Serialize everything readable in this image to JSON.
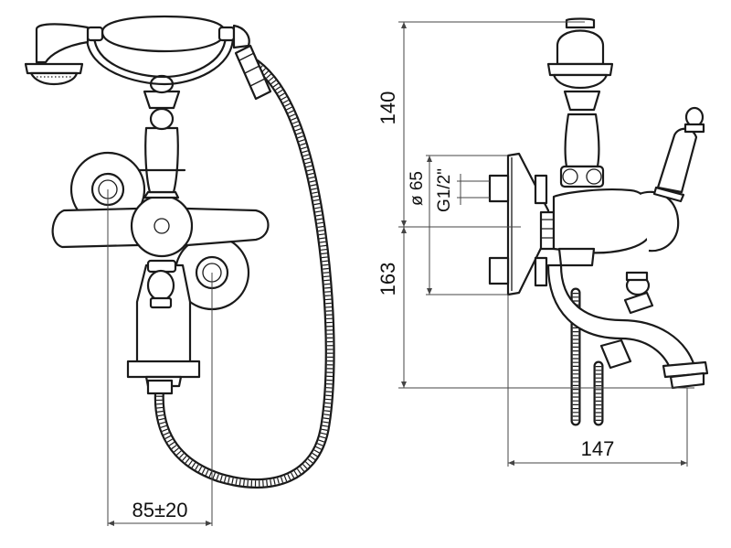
{
  "dimensions": {
    "spacing": "85±20",
    "height_top": "140",
    "height_bottom": "163",
    "diameter": "ø 65",
    "thread": "G1/2\"",
    "depth": "147"
  }
}
